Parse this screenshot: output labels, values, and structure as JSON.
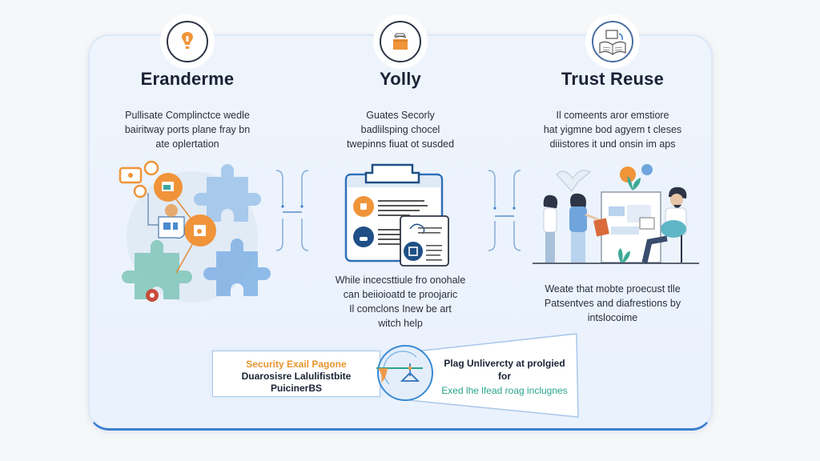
{
  "columns": [
    {
      "id": "eranderme",
      "icon": "lightbulb-icon",
      "title": "Eranderme",
      "description_top": [
        "Pullisate Complinctce wedle",
        "bairitway ports plane fray bn",
        "ate oplertation"
      ],
      "illustration": "puzzle-network-illustration",
      "description_bottom": []
    },
    {
      "id": "yolly",
      "icon": "basket-icon",
      "title": "Yolly",
      "description_top": [
        "Guates Secorly",
        "badlilsping chocel",
        "twepinns fiuat ot susded"
      ],
      "illustration": "clipboard-illustration",
      "description_bottom": [
        "While incecsttiule fro onohale",
        "can beiioioatd te proojaric",
        "Il comclons Inew be art",
        "witch help"
      ]
    },
    {
      "id": "trust-reuse",
      "icon": "open-book-icon",
      "title": "Trust Reuse",
      "description_top": [
        "Il comeents aror emstiore",
        "hat yigmne bod agyem t cleses",
        "diiistores it und onsin im aps"
      ],
      "illustration": "team-collaboration-illustration",
      "description_bottom": [
        "Weate that mobte proecust tlle",
        "Patsentves and diafrestions by",
        "intslocoime"
      ]
    }
  ],
  "bottom": {
    "left_box": {
      "line1": "Security Exail Pagone",
      "line2": "Duarosisre Lalulifistbite",
      "line3": "PuicinerBS"
    },
    "hub_icon": "scale-icon",
    "right_box": {
      "line1": "Plag Unlivercty at prolgied",
      "line2": "for",
      "line3": "Exed lhe lfead roag inclugnes"
    }
  },
  "colors": {
    "accent_orange": "#f0943a",
    "accent_blue": "#3a7fce",
    "accent_teal": "#2aa48a",
    "navy": "#1f4f86",
    "text_dark": "#1a2235"
  }
}
